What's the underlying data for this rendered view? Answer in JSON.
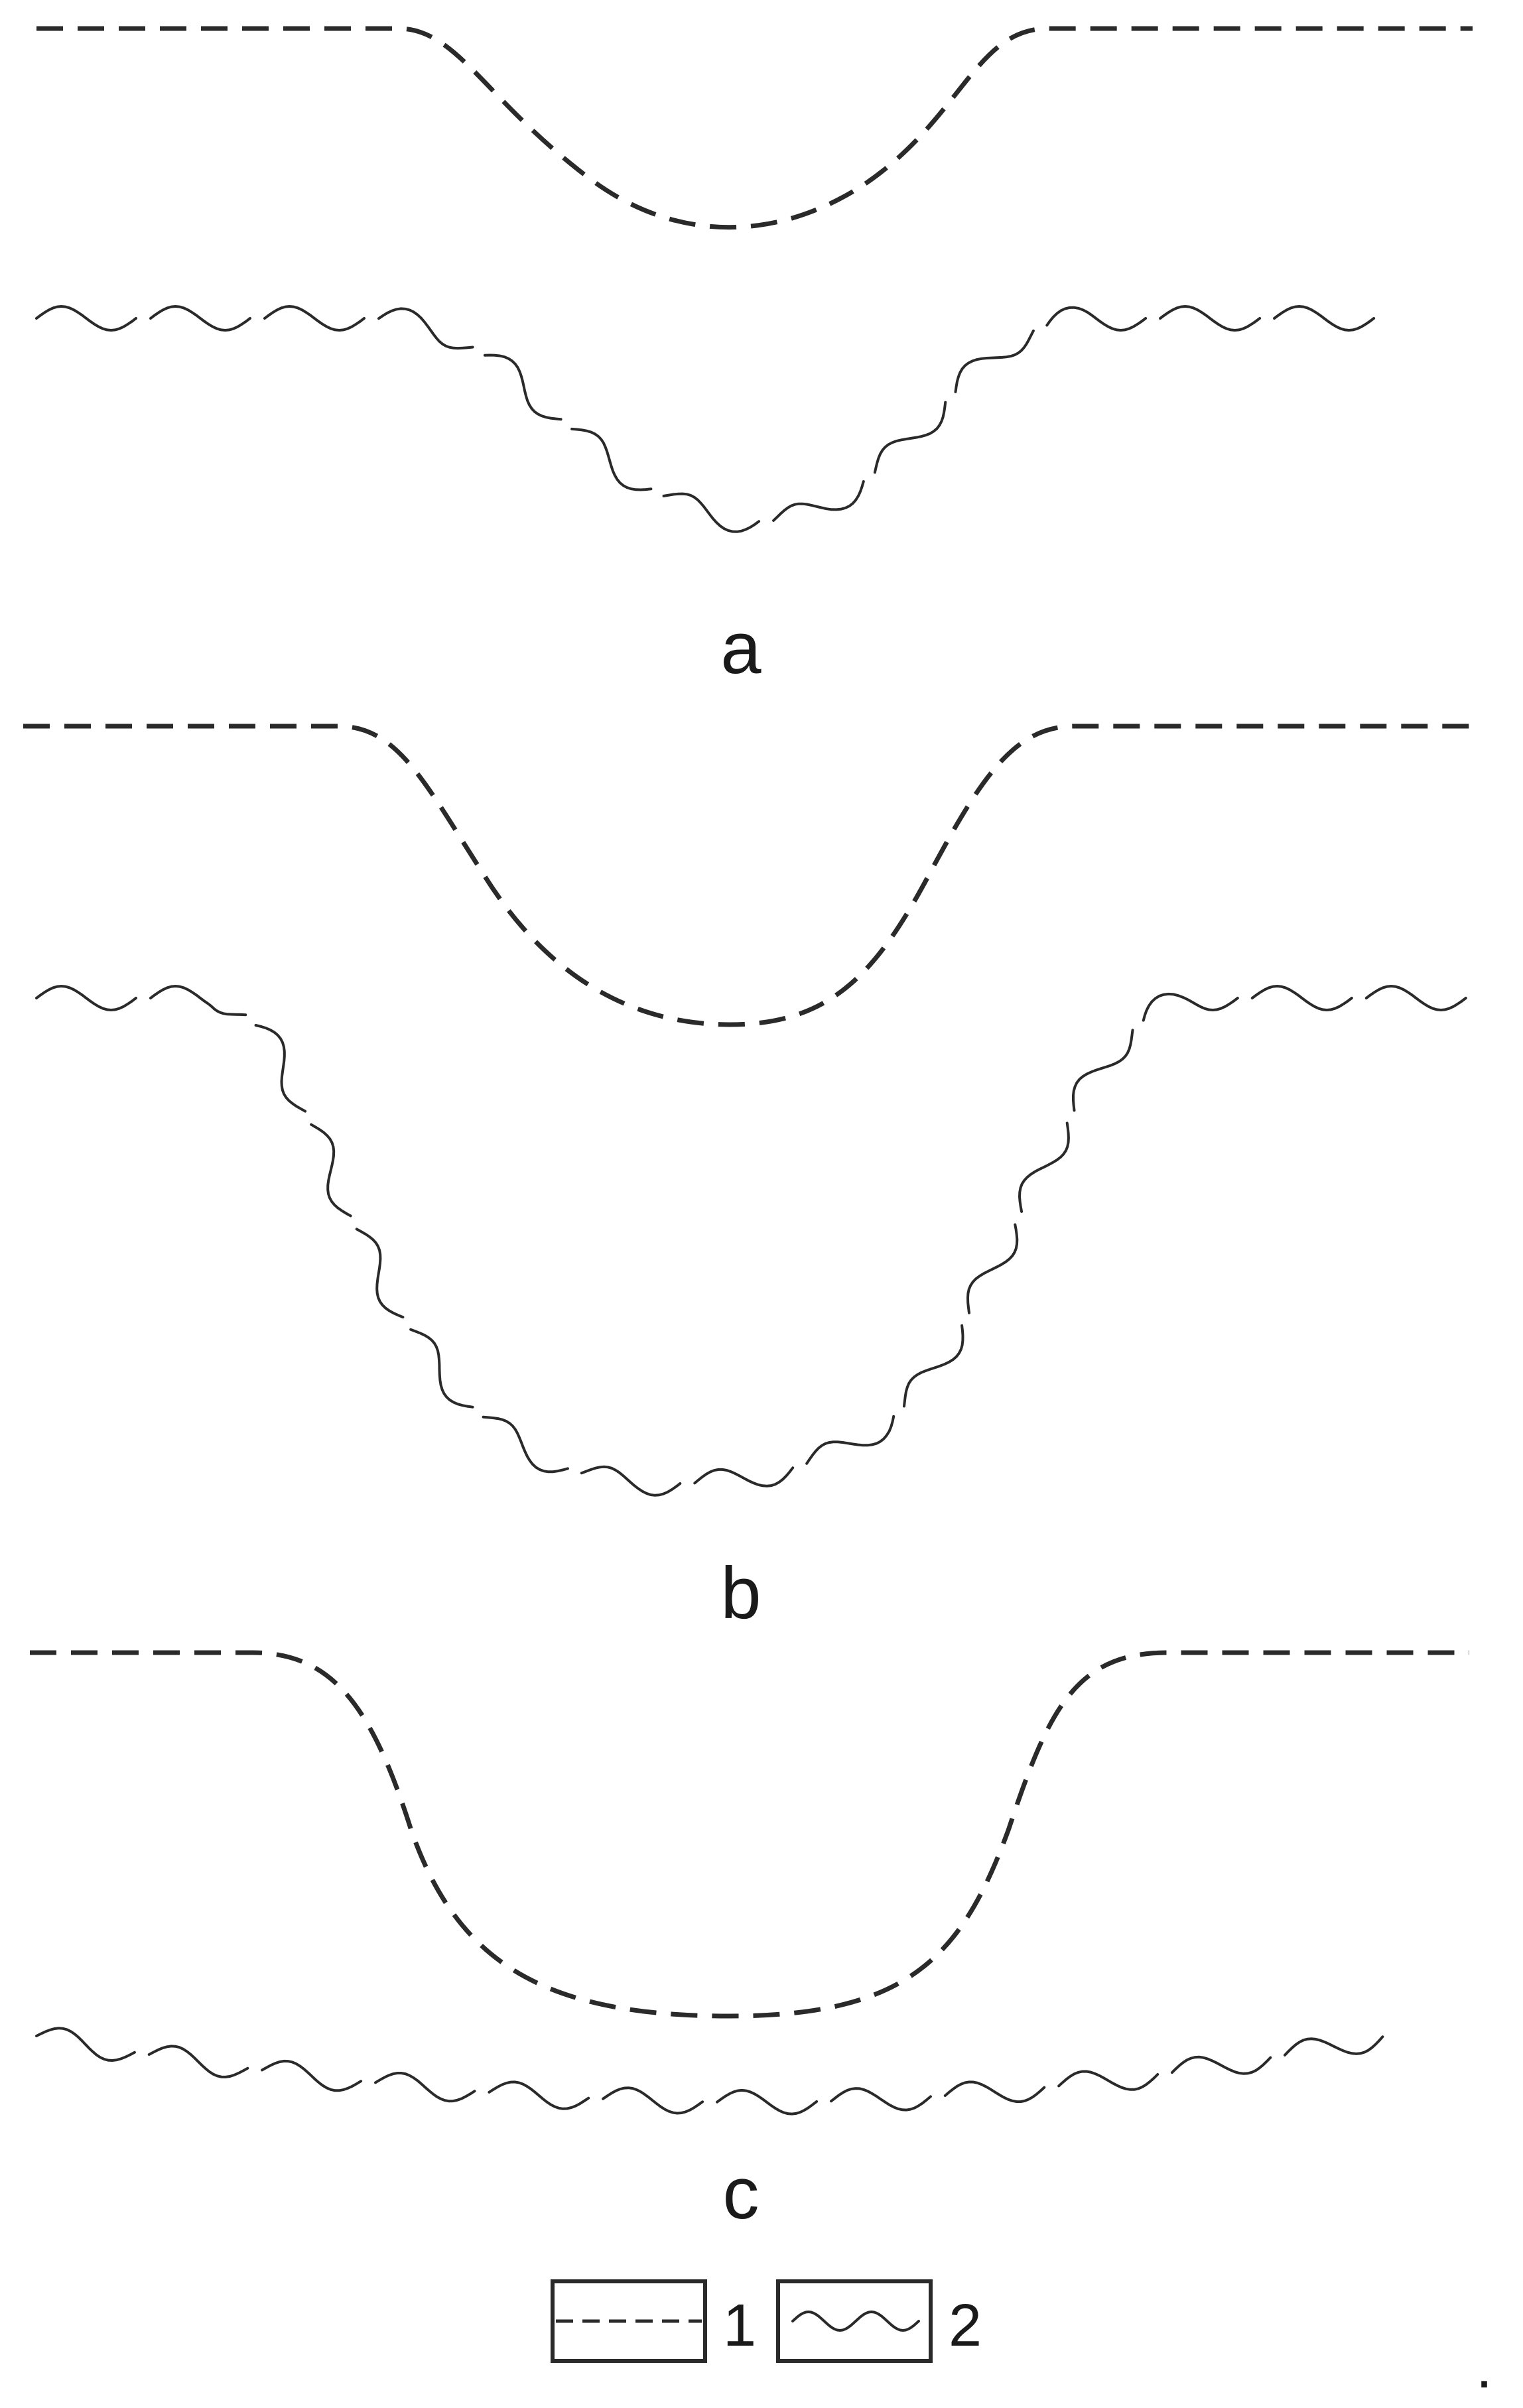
{
  "panels": [
    {
      "label": "a"
    },
    {
      "label": "b"
    },
    {
      "label": "c"
    }
  ],
  "legend": {
    "items": [
      {
        "number": "1",
        "symbol": "dashed-line"
      },
      {
        "number": "2",
        "symbol": "wavy-line"
      }
    ]
  },
  "trailing_mark": ".",
  "colors": {
    "ink": "#2a2a2a",
    "background": "#ffffff"
  }
}
